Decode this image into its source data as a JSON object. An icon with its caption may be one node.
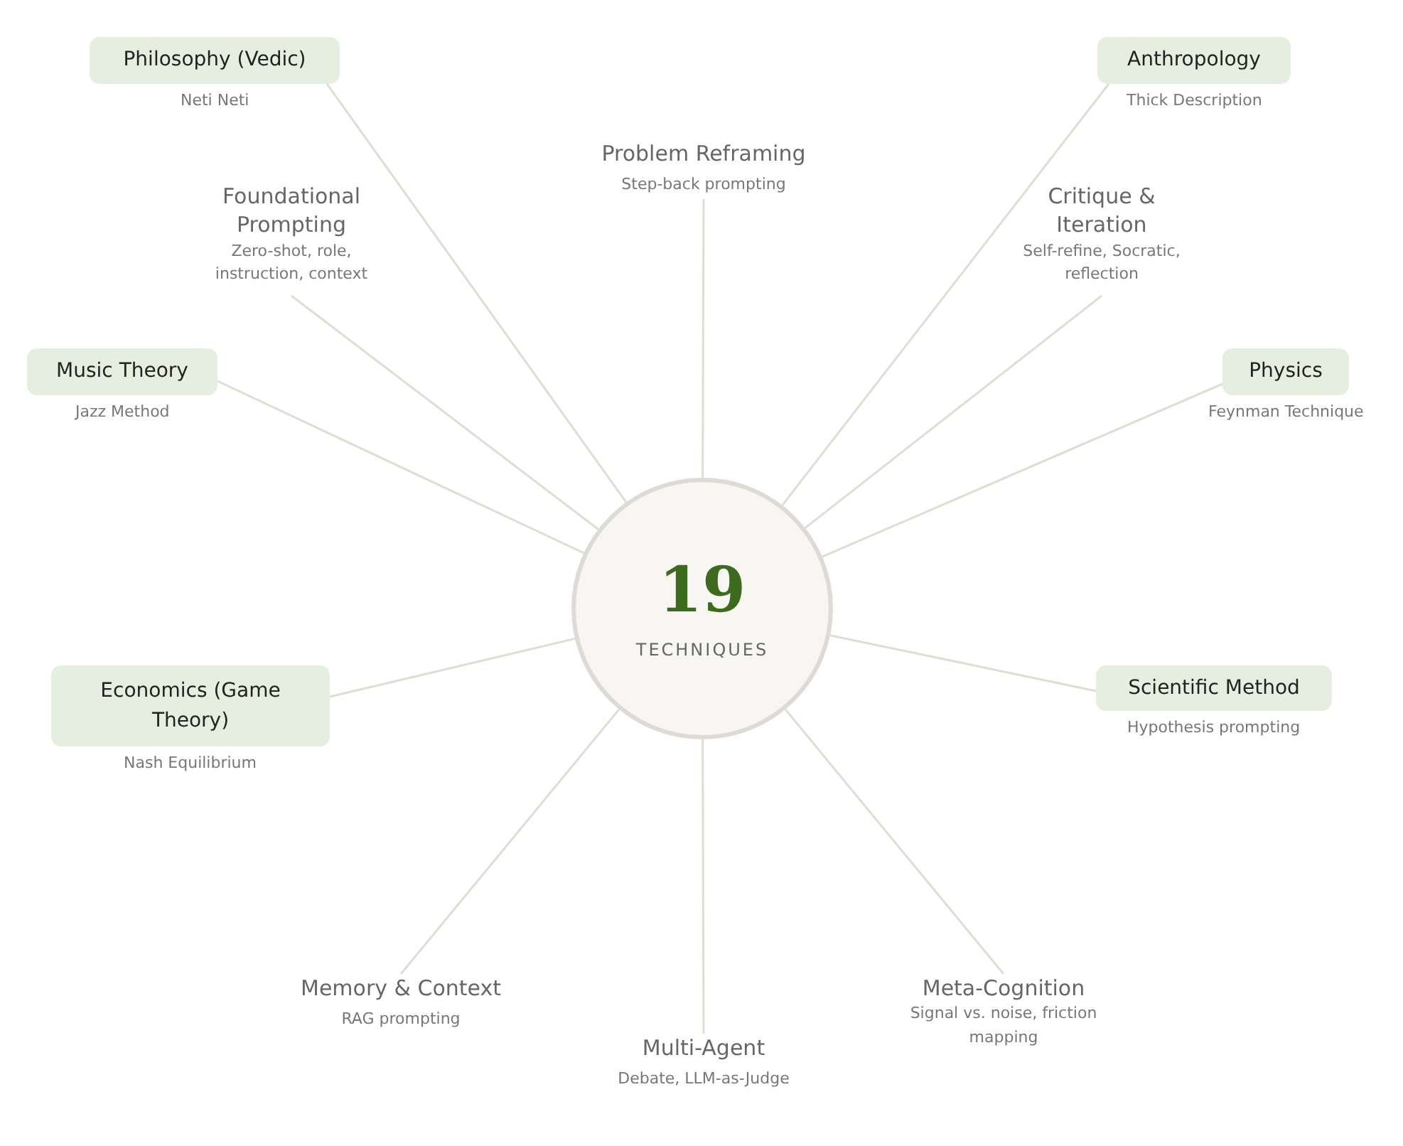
{
  "diagram": {
    "nodes": [
      {
        "text": [
          "Philosophy (Vedic)"
        ],
        "beside": [
          "Neti Neti"
        ]
      },
      {
        "text": [
          "Anthropology"
        ],
        "beside": [
          "Thick Description"
        ]
      },
      {
        "text": [
          "Problem Reframing",
          "Step-back prompting"
        ]
      },
      {
        "text": [
          "Foundational Prompting",
          "Zero-shot, role, instruction, context"
        ]
      },
      {
        "text": [
          "Critique & Iteration",
          "Self-refine, Socratic, reflection"
        ]
      },
      {
        "text": [
          "Music Theory"
        ],
        "beside": [
          "Jazz Method"
        ]
      },
      {
        "text": [
          "Physics"
        ],
        "beside": [
          "Feynman Technique"
        ]
      },
      {
        "text": [
          "19",
          "TECHNIQUES"
        ]
      },
      {
        "text": [
          "Economics (Game Theory)"
        ],
        "beside": [
          "Nash Equilibrium"
        ]
      },
      {
        "text": [
          "Scientific Method"
        ],
        "beside": [
          "Hypothesis prompting"
        ]
      },
      {
        "text": [
          "Memory & Context",
          "RAG prompting"
        ]
      },
      {
        "text": [
          "Multi-Agent",
          "Debate, LLM-as-Judge"
        ]
      },
      {
        "text": [
          "Meta-Cognition",
          "Signal vs. noise, friction mapping"
        ]
      }
    ],
    "edges": [
      {
        "from": 7,
        "to": 0,
        "arrow": "none"
      },
      {
        "from": 7,
        "to": 1,
        "arrow": "none"
      },
      {
        "from": 7,
        "to": 2,
        "arrow": "none"
      },
      {
        "from": 7,
        "to": 3,
        "arrow": "none"
      },
      {
        "from": 7,
        "to": 4,
        "arrow": "none"
      },
      {
        "from": 7,
        "to": 5,
        "arrow": "none"
      },
      {
        "from": 7,
        "to": 6,
        "arrow": "none"
      },
      {
        "from": 7,
        "to": 8,
        "arrow": "none"
      },
      {
        "from": 7,
        "to": 9,
        "arrow": "none"
      },
      {
        "from": 7,
        "to": 10,
        "arrow": "none"
      },
      {
        "from": 7,
        "to": 11,
        "arrow": "none"
      },
      {
        "from": 7,
        "to": 12,
        "arrow": "none"
      }
    ]
  }
}
